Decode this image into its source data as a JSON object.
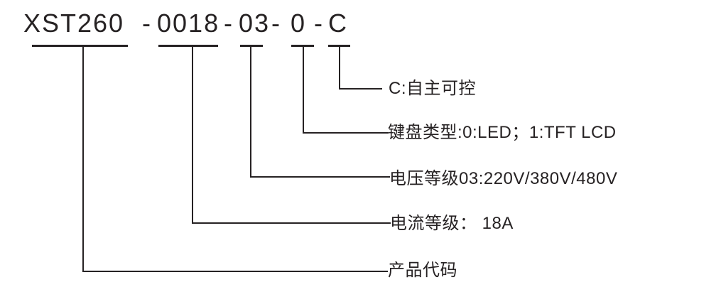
{
  "code": {
    "full": "XST260-0018-03-0-C",
    "separator": "-",
    "segments": [
      "XST260",
      "0018",
      "03",
      "0",
      "C"
    ]
  },
  "rows": [
    {
      "id": "controllable",
      "label": "C:自主可控"
    },
    {
      "id": "keyboard-type",
      "label": "键盘类型:0:LED；1:TFT LCD"
    },
    {
      "id": "voltage-class",
      "label": "电压等级03:220V/380V/480V"
    },
    {
      "id": "current-class",
      "label": "电流等级： 18A"
    },
    {
      "id": "product-code",
      "label": "产品代码"
    }
  ],
  "colors": {
    "ink": "#262223",
    "background": "#ffffff"
  }
}
